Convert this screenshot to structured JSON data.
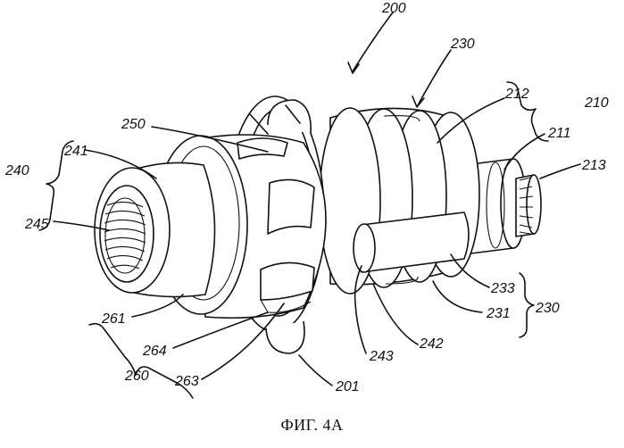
{
  "caption": "ФИГ. 4А",
  "labels": {
    "l200": "200",
    "l230_top": "230",
    "l212": "212",
    "l210": "210",
    "l211": "211",
    "l213": "213",
    "l250": "250",
    "l240": "240",
    "l241": "241",
    "l245": "245",
    "l233": "233",
    "l230_right": "230",
    "l231": "231",
    "l261": "261",
    "l242": "242",
    "l243": "243",
    "l264": "264",
    "l263": "263",
    "l260": "260",
    "l201": "201"
  }
}
